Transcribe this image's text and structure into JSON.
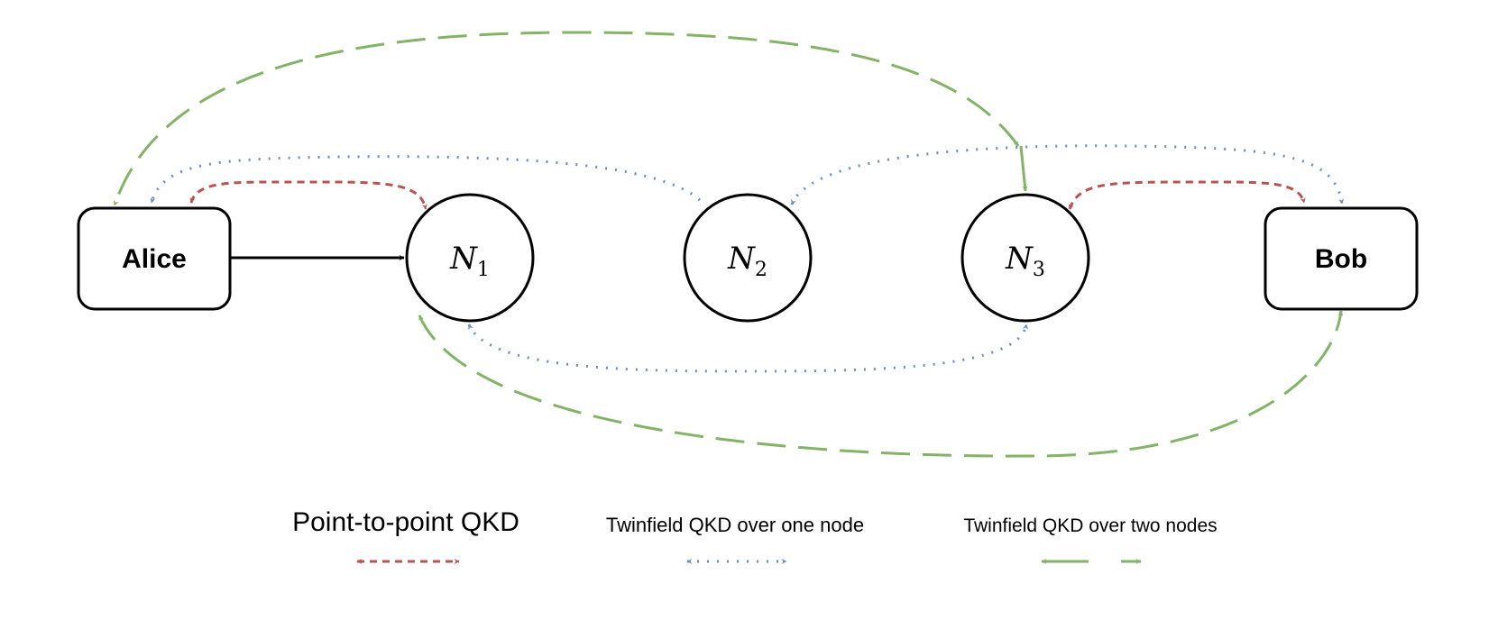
{
  "colors": {
    "red": "#b85450",
    "blue": "#6c8ebf",
    "green": "#82b366",
    "black": "#000000"
  },
  "nodes": {
    "alice": {
      "label": "Alice"
    },
    "bob": {
      "label": "Bob"
    },
    "n1": {
      "main": "N",
      "sub": "1"
    },
    "n2": {
      "main": "N",
      "sub": "2"
    },
    "n3": {
      "main": "N",
      "sub": "3"
    }
  },
  "legend": {
    "point_to_point": "Point-to-point QKD",
    "twinfield_one": "Twinfield QKD over one node",
    "twinfield_two": "Twinfield QKD over two nodes"
  }
}
